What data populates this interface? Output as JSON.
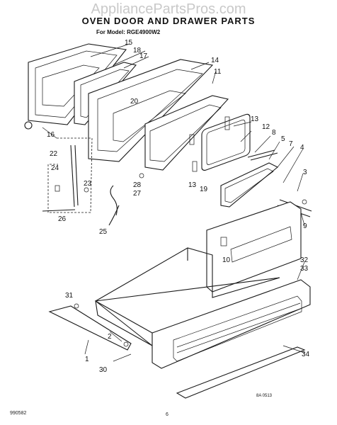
{
  "watermark": "AppliancePartsPros.com",
  "title": "OVEN DOOR AND DRAWER PARTS",
  "model": "For Model: RGE4900W2",
  "footer_left": "990582",
  "footer_center": "6",
  "drawing_code": "8A 0513",
  "callouts": {
    "c1": "1",
    "c2": "2",
    "c3": "3",
    "c4": "4",
    "c5": "5",
    "c7": "7",
    "c8": "8",
    "c9": "9",
    "c10": "10",
    "c11": "11",
    "c12": "12",
    "c13a": "13",
    "c13b": "13",
    "c14": "14",
    "c15": "15",
    "c16": "16",
    "c17": "17",
    "c18": "18",
    "c19": "19",
    "c20": "20",
    "c22": "22",
    "c23": "23",
    "c24": "24",
    "c25": "25",
    "c26": "26",
    "c27": "27",
    "c28": "28",
    "c30": "30",
    "c31": "31",
    "c32": "32",
    "c33": "33",
    "c34": "34"
  }
}
